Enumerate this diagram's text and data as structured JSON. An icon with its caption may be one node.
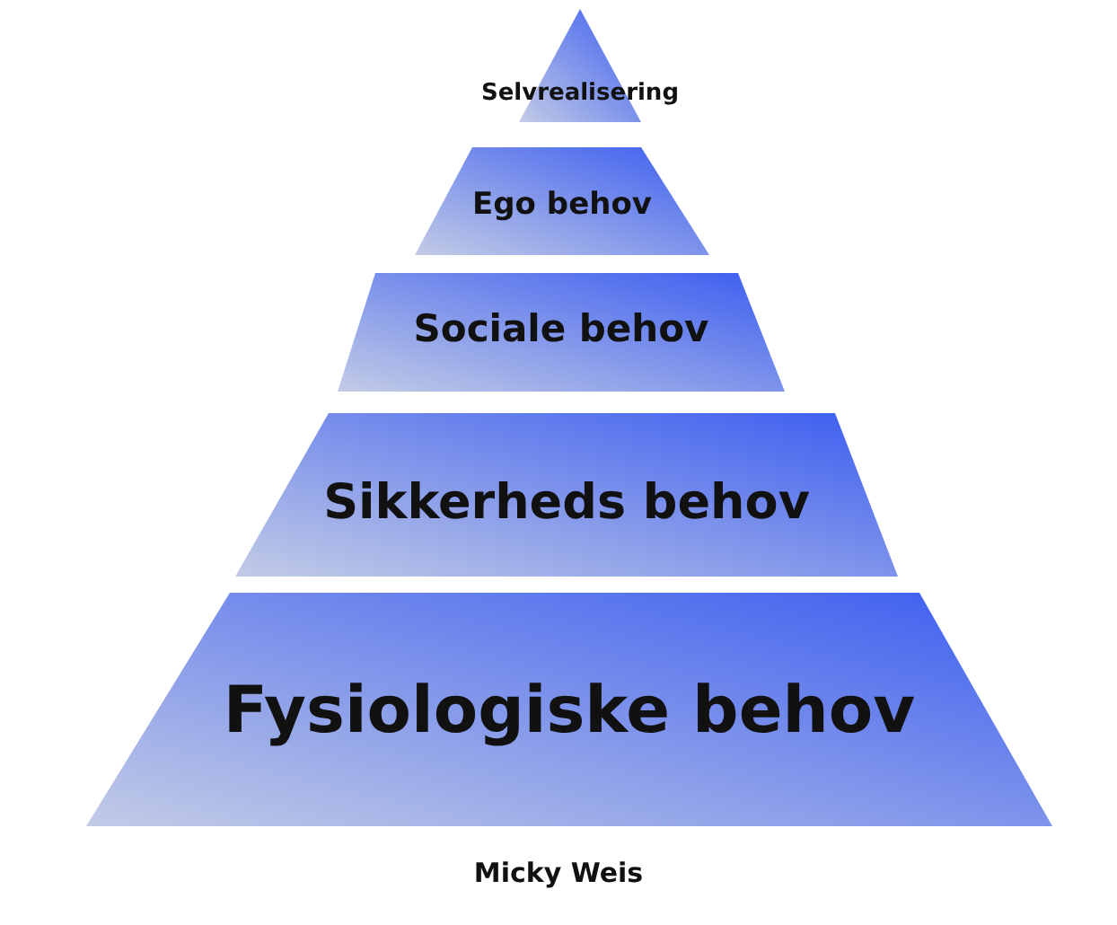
{
  "diagram": {
    "caption": "Micky Weis",
    "nodes": [
      {
        "text": [
          "Selvrealisering"
        ]
      },
      {
        "text": [
          "Ego behov"
        ]
      },
      {
        "text": [
          "Sociale behov"
        ]
      },
      {
        "text": [
          "Sikkerheds behov"
        ]
      },
      {
        "text": [
          "Fysiologiske behov"
        ]
      }
    ]
  }
}
